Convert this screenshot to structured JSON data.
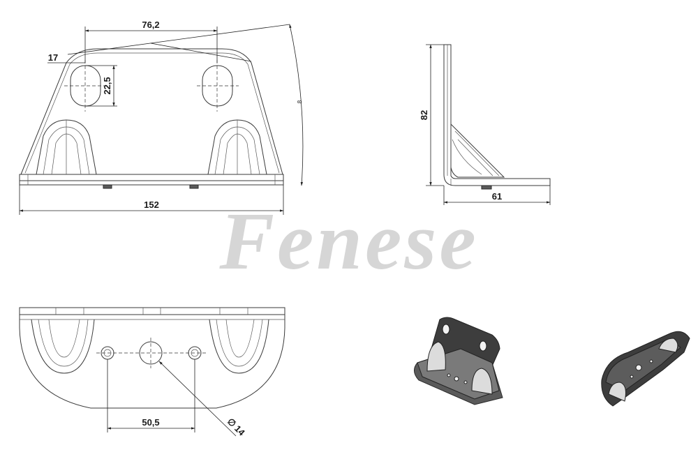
{
  "watermark": {
    "text": "Fenese"
  },
  "dimensions": {
    "hole_spacing": "76,2",
    "edge_offset": "17",
    "slot_height": "22,5",
    "overall_width": "152",
    "angle": "8",
    "height": "82",
    "depth": "61",
    "bottom_hole_spacing": "50,5",
    "diameter_prefix": "∅",
    "diameter": "14"
  }
}
